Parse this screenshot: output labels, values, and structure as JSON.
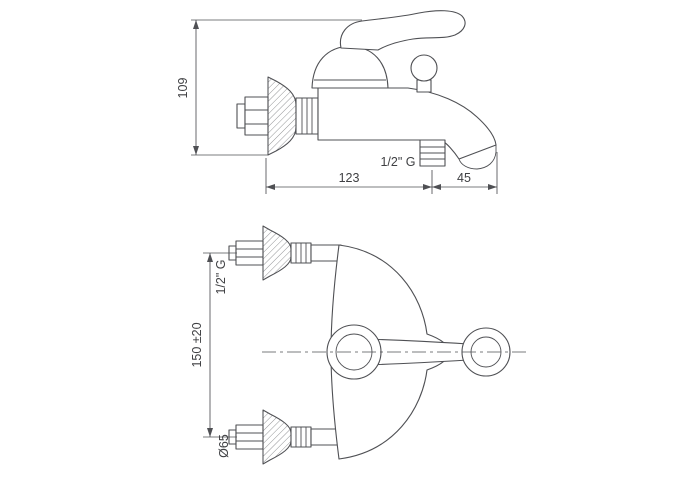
{
  "drawing": {
    "side_view": {
      "height_dim": "109",
      "width_dim": "123",
      "spout_dim": "45",
      "outlet_thread_label": "1/2\" G"
    },
    "front_view": {
      "inlet_centers_dim": "150 ±20",
      "inlet_thread_label": "1/2\" G",
      "flange_diameter_label": "Ø65"
    },
    "colors": {
      "line": "#4f5054",
      "text": "#3f4043",
      "background": "#ffffff"
    }
  }
}
